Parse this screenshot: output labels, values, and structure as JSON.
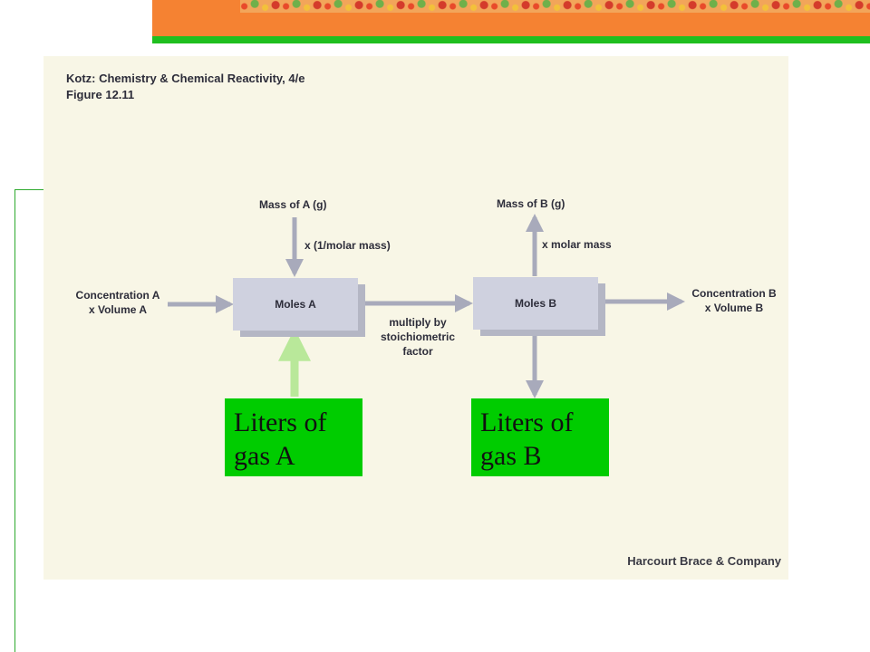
{
  "header": {
    "caption_line1": "Kotz: Chemistry & Chemical Reactivity, 4/e",
    "caption_line2": "Figure 12.11"
  },
  "diagram": {
    "moles_a": "Moles A",
    "moles_b": "Moles B",
    "mass_a": "Mass of A (g)",
    "mass_b": "Mass of B (g)",
    "inv_molar_mass": "x (1/molar mass)",
    "molar_mass": "x molar mass",
    "conc_a_line1": "Concentration A",
    "conc_a_line2": "x Volume A",
    "conc_b_line1": "Concentration B",
    "conc_b_line2": "x Volume B",
    "stoich_line1": "multiply by",
    "stoich_line2": "stoichiometric",
    "stoich_line3": "factor",
    "gas_a_line1": "Liters of",
    "gas_a_line2": "gas A",
    "gas_b_line1": "Liters of",
    "gas_b_line2": "gas B"
  },
  "footer": {
    "credit": "Harcourt Brace & Company"
  },
  "colors": {
    "orange_band": "#f58232",
    "green_band": "#1fbf1f",
    "gas_box": "#00cc00",
    "arrow_gray": "#a8aabb",
    "arrow_highlight": "#b9e89a"
  }
}
